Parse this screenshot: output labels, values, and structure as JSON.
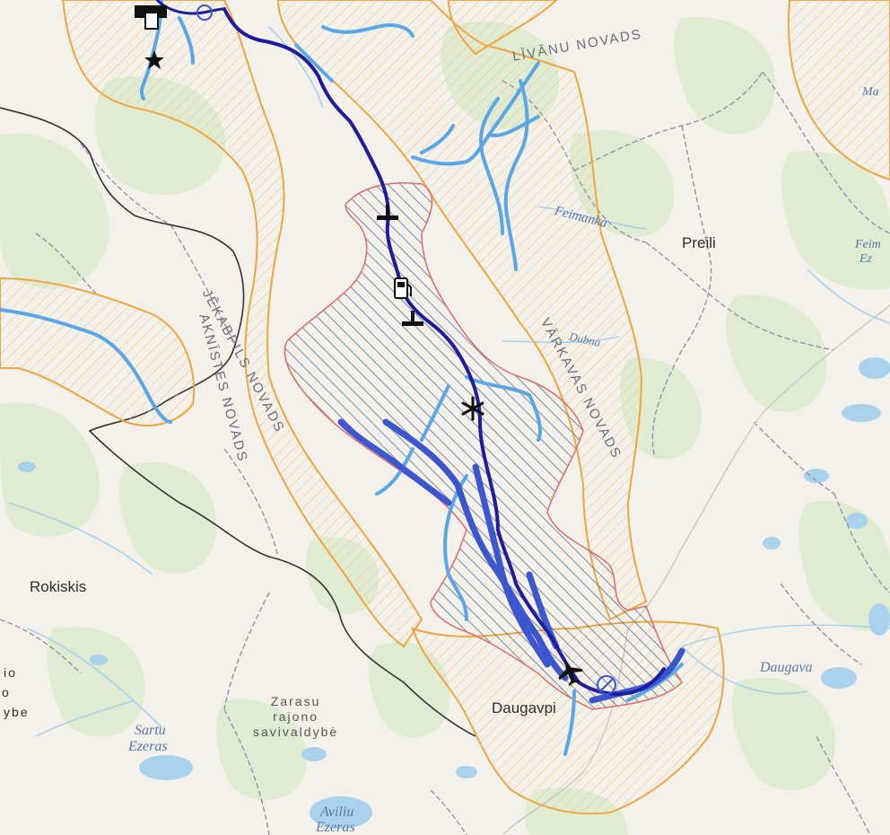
{
  "labels": {
    "preili": "Preili",
    "rokiskis": "Rokiskis",
    "daugavpils": "Daugavpi",
    "zarasu_line1": "Zarasu",
    "zarasu_line2": "rajono",
    "zarasu_line3": "savivaldybė",
    "livanu": "LĪVĀNU NOVADS",
    "jekabpils": "JĒKABPILS NOVADS",
    "aknistes": "AKNĪSTES NOVADS",
    "varkavas": "VĀRKAVAS NOVADS",
    "feimanka": "Feimanka",
    "dubna": "Dubna",
    "daugava": "Daugava",
    "sartu_1": "Sartu",
    "sartu_2": "Ezeras",
    "aviliu_1": "Aviliu",
    "aviliu_2": "Ezeras",
    "edge_ma": "Ma",
    "edge_fei": "Feim",
    "edge_ez": "Ez",
    "edge_io": "io",
    "edge_o": "o",
    "edge_ybe": "ybe"
  },
  "colors": {
    "land": "#f3f1ea",
    "forest": "#dfecd2",
    "water": "#a9d2ec",
    "flood_dark": "#1f1c9e",
    "flood_mid": "#3c56cf",
    "flood_light": "#5aa6e6",
    "protected_border": "#f0a640",
    "hatch_zone_border": "#e26a6a",
    "admin_border": "#9a8fa8",
    "state_border": "#333333"
  },
  "icons": {
    "star": "star-icon",
    "monument": "monument-icon",
    "fuel": "fuel-station-icon",
    "asterisk": "asterisk-icon",
    "plane": "airport-icon",
    "circle": "circle-icon"
  }
}
